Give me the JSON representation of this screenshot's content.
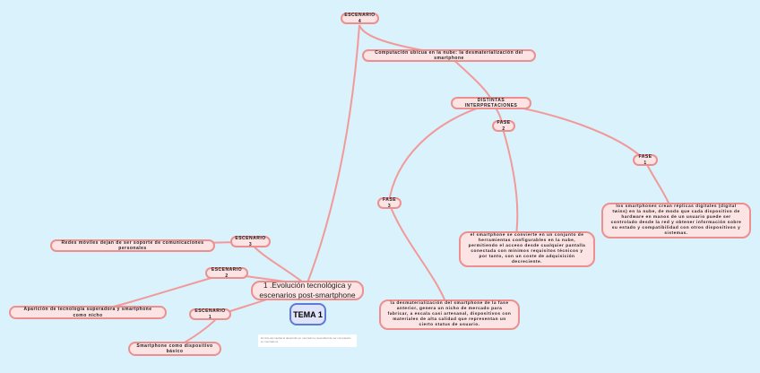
{
  "root": {
    "title": "TEMA 1"
  },
  "central": {
    "label": "1 .Evolución tecnológica y escenarios post-smartphone"
  },
  "note": {
    "text": "El ciclo del capital al desarrollo en mercado la necesidad de ser comparado en mercado la"
  },
  "scenarios": {
    "s1": {
      "label": "ESCENARIO 1",
      "child": "Smartphone como dispositivo básico"
    },
    "s2": {
      "label": "ESCENARIO 2",
      "child": "Aparición de tecnología superadora y smartphone como nicho"
    },
    "s3": {
      "label": "ESCENARIO 3",
      "child": "Redes móviles dejan de ser soporte de comunicaciones personales"
    },
    "s4": {
      "label": "ESCENARIO 4",
      "child": "Computación ubicua en la nube: la desmaterialización del smartphone"
    }
  },
  "interpretations": {
    "label": "DISTINTAS INTERPRETACIONES",
    "fase1": {
      "label": "FASE 1",
      "text": "los smartphones crean réplicas digitales (digital twins) en la nube, de modo que cada dispositivo de hardware en manos de un usuario puede ser controlado desde la red y obtener información sobre su estado y compatibilidad con otros dispositivos y sistemas."
    },
    "fase2": {
      "label": "FASE 2",
      "text": "el smartphone se convierte en un conjunto de herramientas configurables en la nube, permitiendo el acceso desde cualquier pantalla conectada con mínimos requisitos técnicos y por tanto, con un coste de adquisición decreciente."
    },
    "fase3": {
      "label": "FASE 3",
      "text": "la desmaterialización del smartphone de la fase anterior, genera un nicho de mercado para fabricar, a escala casi artesanal, dispositivos con materiales de alta calidad que representan un cierto status de usuario."
    }
  }
}
